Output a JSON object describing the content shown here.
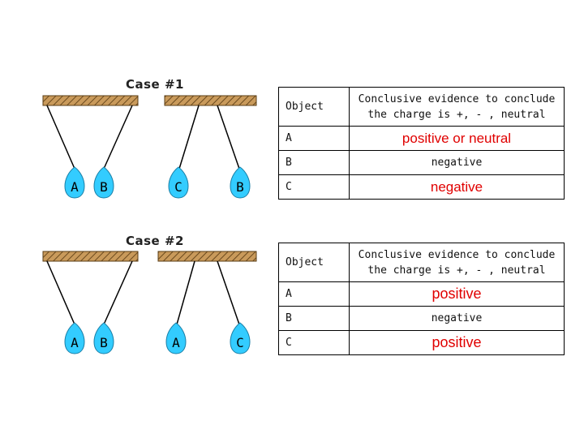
{
  "cases": [
    {
      "title": "Case #1",
      "pair1": {
        "left": "A",
        "right": "B"
      },
      "pair2": {
        "left": "C",
        "right": "B"
      },
      "table": {
        "col_object": "Object",
        "col_evidence_line1": "Conclusive evidence to conclude",
        "col_evidence_line2": "the charge is +, - , neutral",
        "rows": [
          {
            "object": "A",
            "value": "positive or neutral"
          },
          {
            "object": "B",
            "value": "negative"
          },
          {
            "object": "C",
            "value": "negative"
          }
        ]
      }
    },
    {
      "title": "Case #2",
      "pair1": {
        "left": "A",
        "right": "B"
      },
      "pair2": {
        "left": "A",
        "right": "C"
      },
      "table": {
        "col_object": "Object",
        "col_evidence_line1": "Conclusive evidence to conclude",
        "col_evidence_line2": "the charge is +, - , neutral",
        "rows": [
          {
            "object": "A",
            "value": "positive"
          },
          {
            "object": "B",
            "value": "negative"
          },
          {
            "object": "C",
            "value": "positive"
          }
        ]
      }
    }
  ],
  "colors": {
    "ball": "#33ccff",
    "bar": "#c99a5b",
    "answer": "#e00000"
  }
}
